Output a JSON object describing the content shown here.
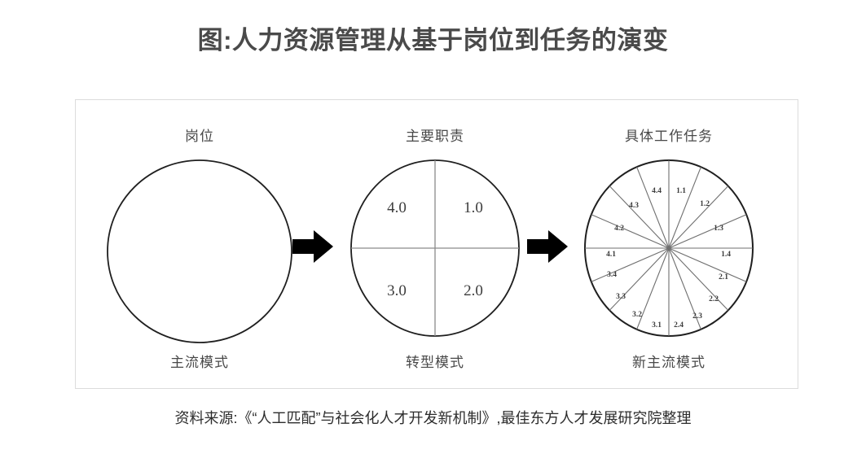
{
  "figure": {
    "title": "图:人力资源管理从基于岗位到任务的演变",
    "source_note": "资料来源:《“人工匹配”与社会化人才开发新机制》,最佳东方人才发展研究院整理"
  },
  "colors": {
    "title": "#4a4a4a",
    "frame_border": "#dcdcdc",
    "circle_stroke": "#1f1f1f",
    "divider_stroke": "#8a8a8a",
    "arrow_fill": "#000000",
    "label_text": "#3c3c3c",
    "background": "#ffffff"
  },
  "stages": [
    {
      "id": "stage-position",
      "caption_top": "岗位",
      "caption_bottom": "主流模式",
      "segment_count": 1,
      "segments": []
    },
    {
      "id": "stage-duty",
      "caption_top": "主要职责",
      "caption_bottom": "转型模式",
      "segment_count": 4,
      "segments": [
        "1.0",
        "2.0",
        "3.0",
        "4.0"
      ]
    },
    {
      "id": "stage-task",
      "caption_top": "具体工作任务",
      "caption_bottom": "新主流模式",
      "segment_count": 16,
      "segments": [
        "1.1",
        "1.2",
        "1.3",
        "1.4",
        "2.1",
        "2.2",
        "2.3",
        "2.4",
        "3.1",
        "3.2",
        "3.3",
        "3.4",
        "4.1",
        "4.2",
        "4.3",
        "4.4"
      ]
    }
  ],
  "arrows": [
    {
      "id": "arrow-position-to-duty",
      "glyph": "right-arrow"
    },
    {
      "id": "arrow-duty-to-task",
      "glyph": "right-arrow"
    }
  ]
}
